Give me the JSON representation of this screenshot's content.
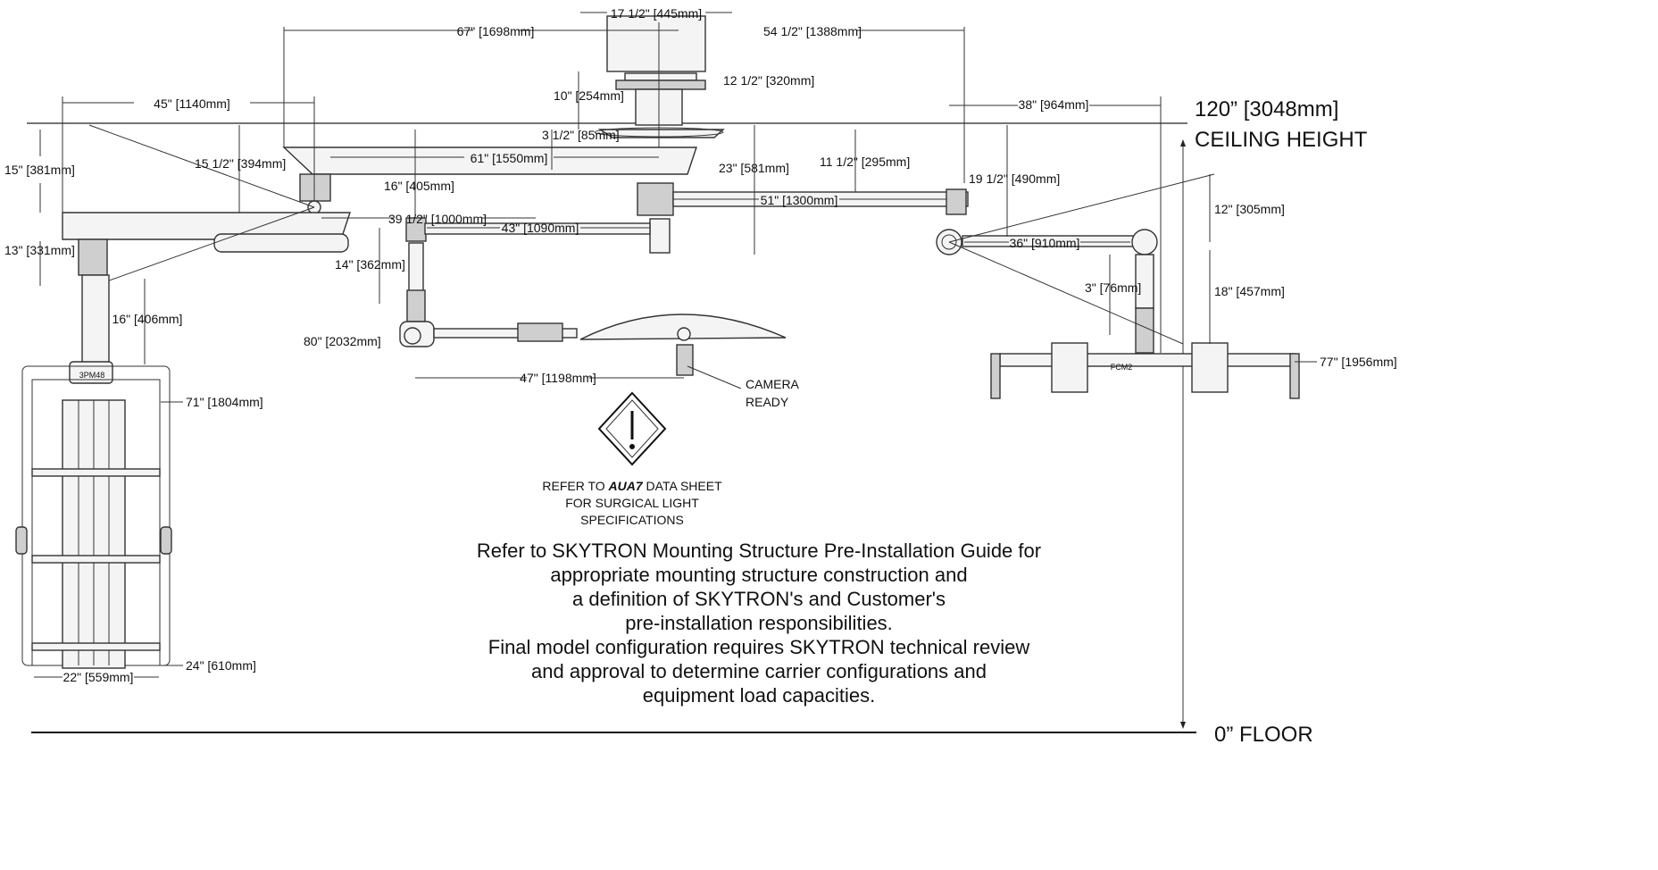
{
  "dimensions": {
    "d_17_5": "17 1/2\" [445mm]",
    "d_67": "67\" [1698mm]",
    "d_54_5": "54 1/2\" [1388mm]",
    "d_12_5": "12 1/2\" [320mm]",
    "d_10": "10\" [254mm]",
    "d_45": "45\" [1140mm]",
    "d_38": "38\" [964mm]",
    "d_3_5": "3 1/2\" [85mm]",
    "d_15": "15\" [381mm]",
    "d_15_5": "15 1/2\" [394mm]",
    "d_61": "61\" [1550mm]",
    "d_23": "23\" [581mm]",
    "d_11_5": "11 1/2\" [295mm]",
    "d_19_5": "19 1/2\" [490mm]",
    "d_16a": "16\" [405mm]",
    "d_39_5": "39 1/2\" [1000mm]",
    "d_51": "51\" [1300mm]",
    "d_12": "12\" [305mm]",
    "d_13": "13\" [331mm]",
    "d_43": "43\" [1090mm]",
    "d_36": "36\" [910mm]",
    "d_14": "14\" [362mm]",
    "d_3": "3\" [76mm]",
    "d_18": "18\" [457mm]",
    "d_16b": "16\" [406mm]",
    "d_80": "80\" [2032mm]",
    "d_77": "77\" [1956mm]",
    "d_47": "47\" [1198mm]",
    "d_71": "71\" [1804mm]",
    "d_24": "24\" [610mm]",
    "d_22": "22\" [559mm]"
  },
  "labels": {
    "ceiling_value": "120” [3048mm]",
    "ceiling_label": "CEILING HEIGHT",
    "floor_label": "0”  FLOOR",
    "camera_line1": "CAMERA",
    "camera_line2": "READY",
    "model_3pm": "3PM48",
    "model_fcm": "FCM2"
  },
  "refer_box": {
    "prefix": "REFER TO ",
    "brand": "AUA7",
    "suffix": " DATA SHEET",
    "line2": "FOR SURGICAL LIGHT",
    "line3": "SPECIFICATIONS"
  },
  "notes": [
    "Refer to SKYTRON Mounting Structure Pre-Installation Guide for",
    "appropriate mounting structure construction and",
    "a definition of SKYTRON's and Customer's",
    "pre-installation responsibilities.",
    "Final model configuration requires SKYTRON technical review",
    "and approval to determine carrier configurations and",
    "equipment load capacities."
  ]
}
